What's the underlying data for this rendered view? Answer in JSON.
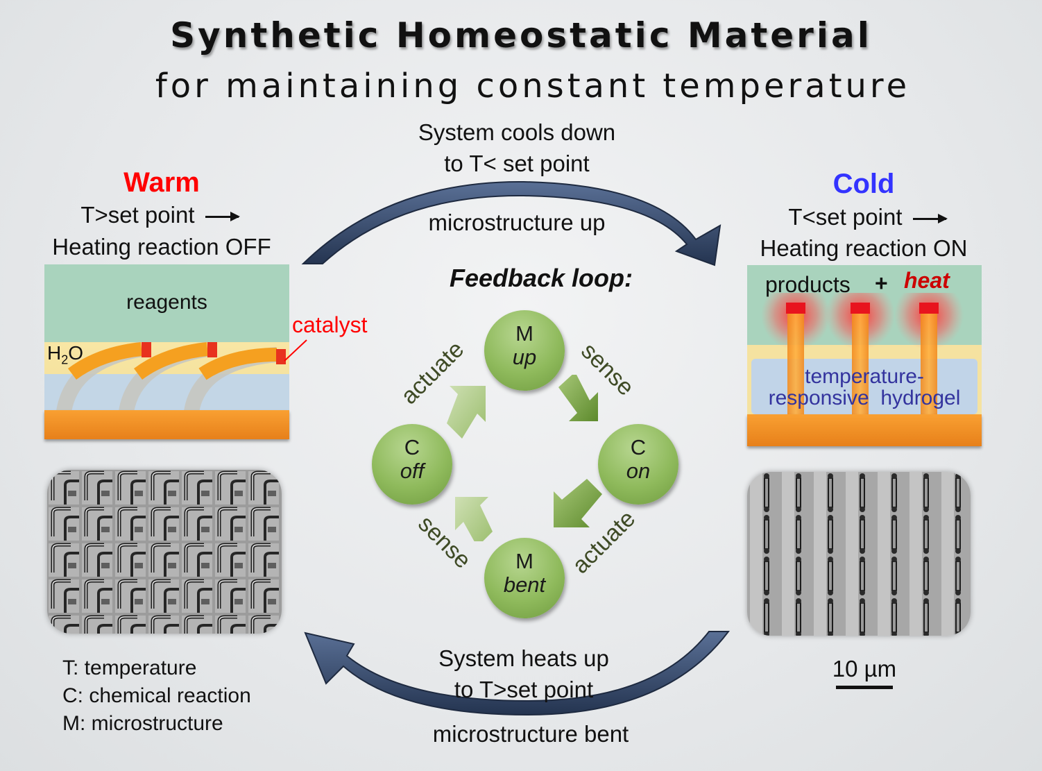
{
  "title": "Synthetic Homeostatic Material",
  "subtitle": "for maintaining constant temperature",
  "top_arc": {
    "line1": "System cools down",
    "line2": "to T< set point",
    "label": "microstructure up"
  },
  "bottom_arc": {
    "line1": "System heats up",
    "line2": "to T>set point",
    "label": "microstructure bent"
  },
  "warm": {
    "title": "Warm",
    "title_color": "#ff0000",
    "line1": "T>set point",
    "line2": "Heating reaction OFF",
    "layer_label": "reagents",
    "water_label": "H",
    "water_sub": "2",
    "water_o": "O",
    "catalyst_label": "catalyst",
    "catalyst_color": "#ff0000"
  },
  "cold": {
    "title": "Cold",
    "title_color": "#3333ff",
    "line1": "T<set point",
    "line2": "Heating reaction ON",
    "products_label": "products",
    "plus": "+",
    "heat_label": "heat",
    "heat_color": "#cc0000",
    "hydrogel_line1": "temperature-",
    "hydrogel_line2": "responsive  hydrogel",
    "hydrogel_color": "#33339e"
  },
  "feedback": {
    "title": "Feedback loop:",
    "nodes": {
      "m_up": {
        "letter": "M",
        "state": "up"
      },
      "c_on": {
        "letter": "C",
        "state": "on"
      },
      "m_bent": {
        "letter": "M",
        "state": "bent"
      },
      "c_off": {
        "letter": "C",
        "state": "off"
      }
    },
    "labels": {
      "sense_tr": "sense",
      "actuate_br": "actuate",
      "sense_bl": "sense",
      "actuate_tl": "actuate"
    }
  },
  "legend": [
    "T: temperature",
    "C: chemical  reaction",
    "M: microstructure"
  ],
  "scale_bar": "10 µm",
  "colors": {
    "arc": "#3b4d6b",
    "node_green": "#8fba5c",
    "substrate": "#f08a1c",
    "layer_green": "#a9d3bd",
    "hydrogel": "#b9cfe6"
  }
}
